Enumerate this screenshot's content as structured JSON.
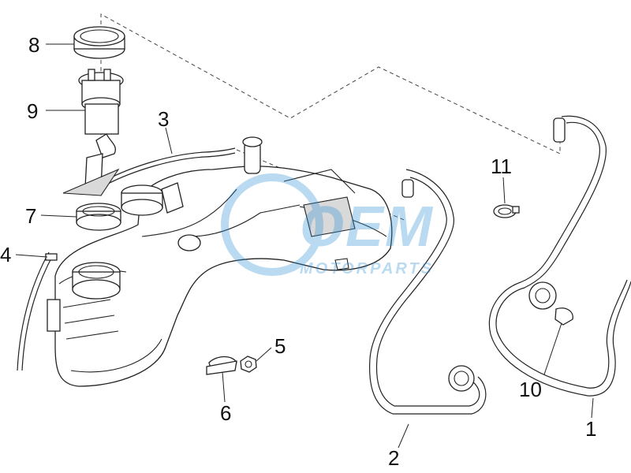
{
  "watermark": {
    "brand": "OEM",
    "sub": "MOTORPARTS",
    "color": "#2a8fd6"
  },
  "callouts": [
    "1",
    "2",
    "3",
    "4",
    "5",
    "6",
    "7",
    "8",
    "9",
    "10",
    "11"
  ]
}
